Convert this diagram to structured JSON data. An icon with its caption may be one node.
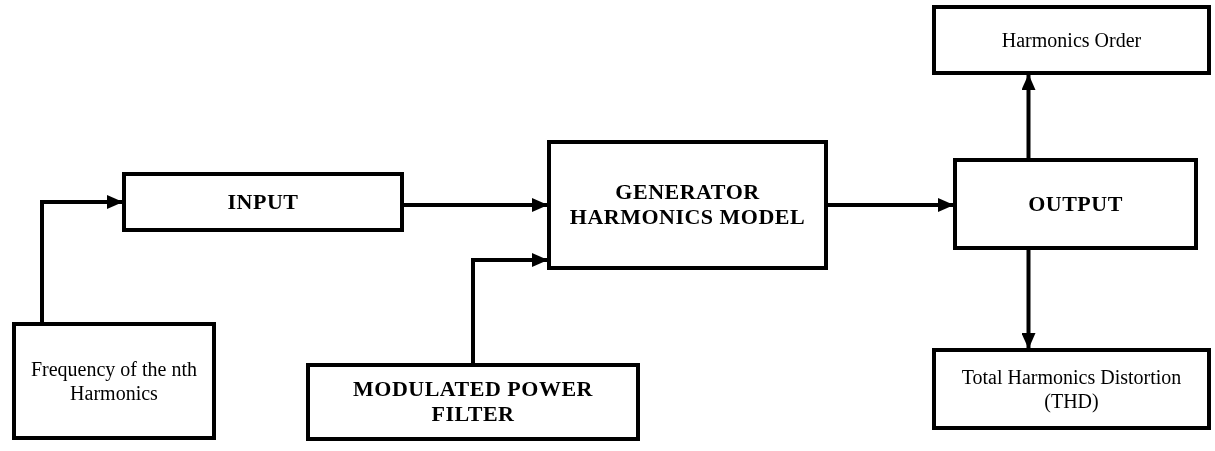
{
  "diagram": {
    "nodes": [
      {
        "text": [
          "Frequency of the nth Harmonics"
        ]
      },
      {
        "text": [
          "INPUT"
        ]
      },
      {
        "text": [
          "GENERATOR HARMONICS MODEL"
        ]
      },
      {
        "text": [
          "MODULATED POWER FILTER"
        ]
      },
      {
        "text": [
          "OUTPUT"
        ]
      },
      {
        "text": [
          "Harmonics Order"
        ]
      },
      {
        "text": [
          "Total Harmonics Distortion (THD)"
        ]
      }
    ],
    "edges": [
      {
        "from": 0,
        "to": 1,
        "arrow": "to"
      },
      {
        "from": 1,
        "to": 2,
        "arrow": "to"
      },
      {
        "from": 3,
        "to": 2,
        "arrow": "to"
      },
      {
        "from": 2,
        "to": 4,
        "arrow": "to"
      },
      {
        "from": 4,
        "to": 5,
        "arrow": "to"
      },
      {
        "from": 4,
        "to": 6,
        "arrow": "to"
      }
    ]
  }
}
